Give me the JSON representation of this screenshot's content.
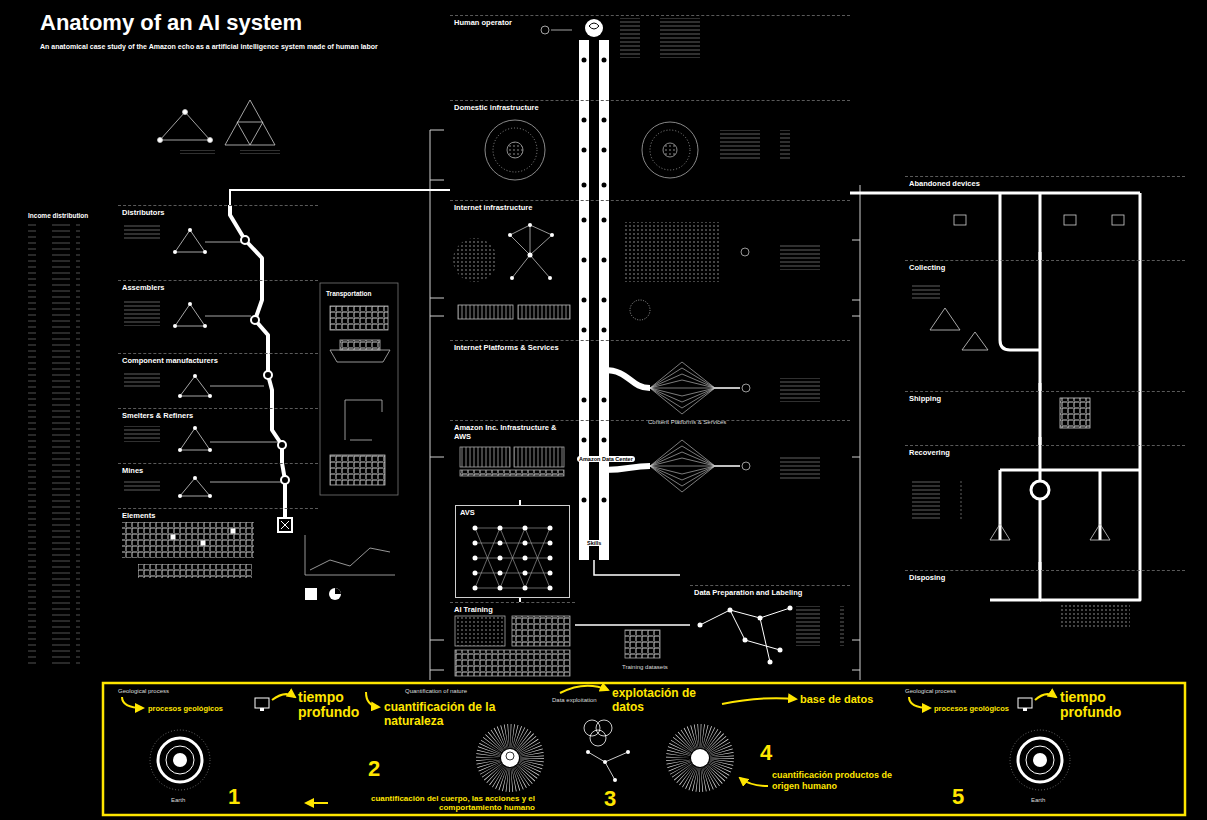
{
  "diagram": {
    "title": "Anatomy of an AI system",
    "nodes": [
      {
        "text": [
          "Distributors"
        ]
      },
      {
        "text": [
          "Assemblers"
        ]
      },
      {
        "text": [
          "Component manufacturers"
        ]
      },
      {
        "text": [
          "Smelters & Refiners"
        ]
      },
      {
        "text": [
          "Mines"
        ]
      },
      {
        "text": [
          "Elements"
        ]
      },
      {
        "text": [
          "Human operator"
        ]
      },
      {
        "text": [
          "Domestic infrastructure"
        ]
      },
      {
        "text": [
          "Internet infrastructure"
        ]
      },
      {
        "text": [
          "Internet Platforms & Services"
        ]
      },
      {
        "text": [
          "Amazon Inc. Infrastructure & AWS"
        ]
      },
      {
        "text": [
          "AVS"
        ]
      },
      {
        "text": [
          "AI Training"
        ]
      },
      {
        "text": [
          "Data Preparation and Labeling"
        ]
      },
      {
        "text": [
          "Abandoned devices"
        ]
      },
      {
        "text": [
          "Collecting"
        ]
      },
      {
        "text": [
          "Shipping"
        ]
      },
      {
        "text": [
          "Recovering"
        ]
      },
      {
        "text": [
          "Disposing"
        ]
      }
    ],
    "edges": [
      {
        "from": 5,
        "to": 4,
        "arrow": "none"
      },
      {
        "from": 4,
        "to": 3,
        "arrow": "none"
      },
      {
        "from": 3,
        "to": 2,
        "arrow": "none"
      },
      {
        "from": 2,
        "to": 1,
        "arrow": "none"
      },
      {
        "from": 1,
        "to": 0,
        "arrow": "none"
      },
      {
        "from": 0,
        "to": 7,
        "arrow": "none"
      },
      {
        "from": 6,
        "to": 7,
        "arrow": "none"
      },
      {
        "from": 7,
        "to": 8,
        "arrow": "none"
      },
      {
        "from": 8,
        "to": 9,
        "arrow": "none"
      },
      {
        "from": 9,
        "to": 10,
        "arrow": "none"
      },
      {
        "from": 10,
        "to": 11,
        "arrow": "none"
      },
      {
        "from": 11,
        "to": 12,
        "arrow": "none"
      },
      {
        "from": 13,
        "to": 12,
        "arrow": "none"
      },
      {
        "from": 7,
        "to": 14,
        "arrow": "none"
      },
      {
        "from": 14,
        "to": 15,
        "arrow": "none"
      },
      {
        "from": 15,
        "to": 16,
        "arrow": "none"
      },
      {
        "from": 16,
        "to": 17,
        "arrow": "none"
      },
      {
        "from": 17,
        "to": 18,
        "arrow": "none"
      }
    ],
    "labels": [
      "An anatomical case study of the Amazon echo as a artificial intelligence system made of human labor",
      "Income distribution",
      "Transportation",
      "Amazon Data Center",
      "Content Platforms & Services",
      "Skills",
      "Training datasets",
      "Geological process",
      "procesos geológicos",
      "tiempo profundo",
      "1",
      "Earth",
      "Quantification of nature",
      "cuantificación de la naturaleza",
      "2",
      "cuantificación del cuerpo, las acciones y el comportamiento humano",
      "Data exploitation",
      "explotación de datos",
      "3",
      "base de datos",
      "4",
      "cuantificación productos de origen humano",
      "Geological process",
      "procesos geológicos",
      "tiempo profundo",
      "5",
      "Earth"
    ]
  }
}
